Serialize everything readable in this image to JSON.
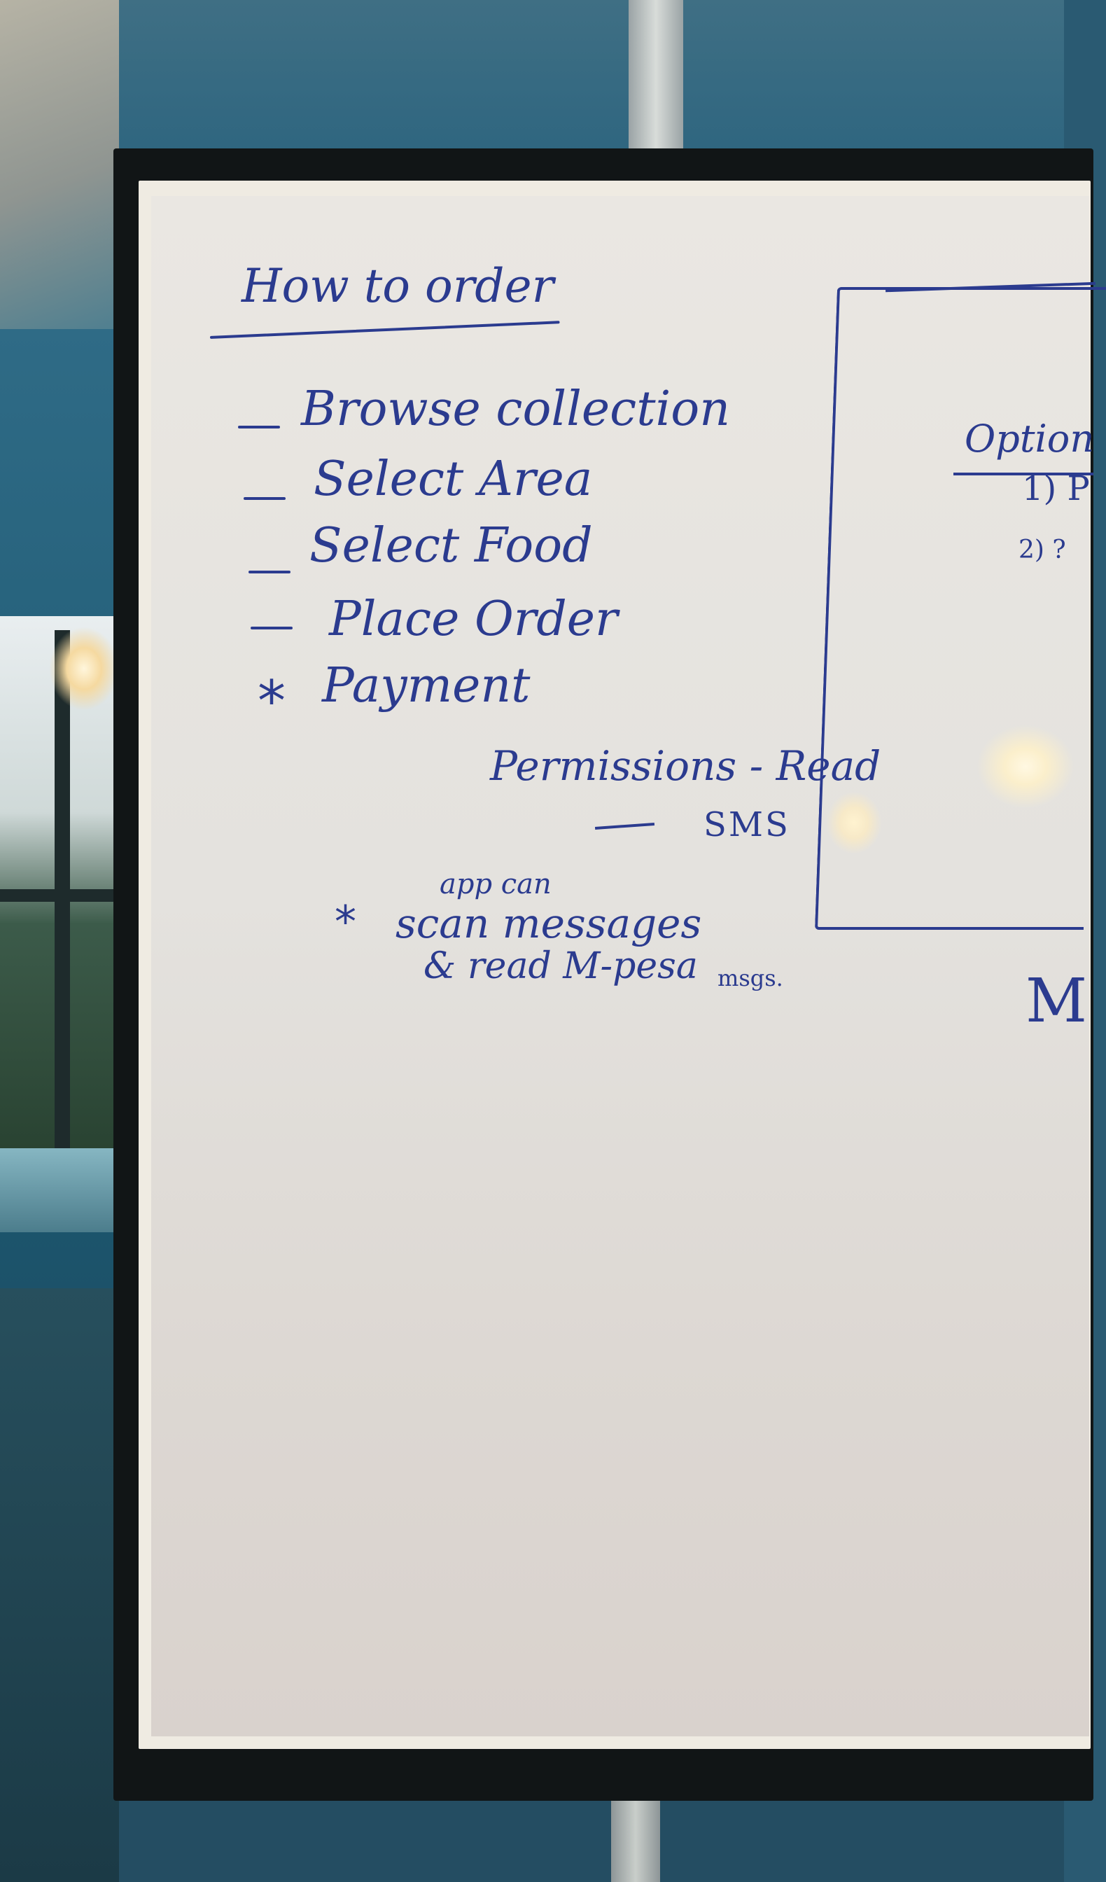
{
  "whiteboard": {
    "title": "How to order",
    "steps": [
      {
        "marker": "–",
        "text": "Browse collection"
      },
      {
        "marker": "–",
        "text": "Select Area"
      },
      {
        "marker": "–",
        "text": "Select Food"
      },
      {
        "marker": "–",
        "text": "Place Order"
      },
      {
        "marker": "*",
        "text": "Payment"
      }
    ],
    "permissions": {
      "text": "Permissions - Read",
      "sub": "SMS"
    },
    "note": {
      "marker": "*",
      "line1": "app can",
      "line2": "scan messages",
      "line3": "& read M-pesa",
      "line4": "msgs."
    },
    "right_panel": {
      "heading": "Option",
      "item1": "1) P",
      "item2": "2) ?"
    },
    "cut_letter": "M"
  },
  "colors": {
    "ink": "#2b3b8f",
    "board": "#e6e3de",
    "frame": "#111516"
  }
}
